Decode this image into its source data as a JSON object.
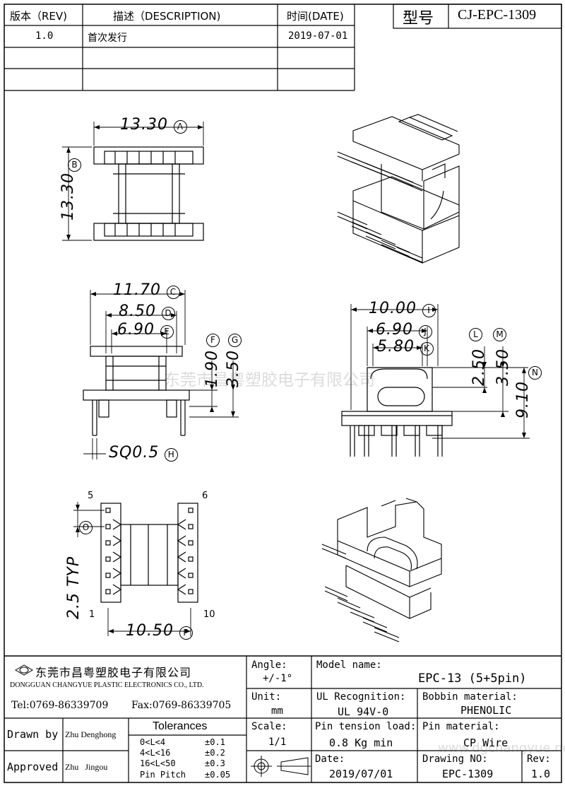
{
  "revision_table": {
    "headers": {
      "rev": "版本（REV)",
      "desc": "描述（DESCRIPTION)",
      "date": "时间(DATE)"
    },
    "rows": [
      {
        "rev": "1.0",
        "desc": "首次发行",
        "date": "2019-07-01"
      }
    ]
  },
  "model_box": {
    "label": "型号",
    "value": "CJ-EPC-1309"
  },
  "top_view": {
    "width": "13.30",
    "width_tag": "A",
    "height": "13.30",
    "height_tag": "B"
  },
  "front_view": {
    "d1": "11.70",
    "d1_tag": "C",
    "d2": "8.50",
    "d2_tag": "D",
    "d3": "6.90",
    "d3_tag": "E",
    "h1": "1.90",
    "h1_tag": "F",
    "h2": "3.50",
    "h2_tag": "G",
    "pin": "SQ0.5",
    "pin_tag": "H"
  },
  "side_view": {
    "d1": "10.00",
    "d1_tag": "I",
    "d2": "6.90",
    "d2_tag": "J",
    "d3": "5.80",
    "d3_tag": "K",
    "h1": "2.50",
    "h1_tag": "L",
    "h2": "3.50",
    "h2_tag": "M",
    "h3": "9.10",
    "h3_tag": "N"
  },
  "bottom_view": {
    "pin_5": "5",
    "pin_6": "6",
    "pin_1": "1",
    "pin_10": "10",
    "pitch": "2.5 TYP",
    "pitch_tag": "O",
    "span": "10.50",
    "span_tag": "P"
  },
  "watermark": {
    "center": "东莞市昌粤塑胶电子有限公司",
    "corner": "www.dgchangyue.net"
  },
  "title_block": {
    "company_cn": "东莞市昌粤塑胶电子有限公司",
    "company_en": "DONGGUAN CHANGYUE PLASTIC ELECTRONICS CO., LTD.",
    "tel": "Tel:0769-86339709",
    "fax": "Fax:0769-86339705",
    "angle_label": "Angle:",
    "angle_value": "+/-1°",
    "unit_label": "Unit:",
    "unit_value": "mm",
    "scale_label": "Scale:",
    "scale_value": "1/1",
    "model_label": "Model name:",
    "model_value": "EPC-13 (5+5pin)",
    "ul_label": "UL Recognition:",
    "ul_value": "UL 94V-0",
    "bobbin_label": "Bobbin material:",
    "bobbin_value": "PHENOLIC",
    "tension_label": "Pin tension load:",
    "tension_value": "0.8 Kg min",
    "pin_mat_label": "Pin material:",
    "pin_mat_value": "CP Wire",
    "date_label": "Date:",
    "date_value": "2019/07/01",
    "drawing_label": "Drawing NO:",
    "drawing_value": "EPC-1309",
    "rev_label": "Rev:",
    "rev_value": "1.0",
    "drawn_label": "Drawn by",
    "drawn_value": "Zhu Denghong",
    "approved_label": "Approved",
    "approved_value": "Zhu   Jingou",
    "tolerances_label": "Tolerances",
    "tol_rows": [
      {
        "range": "0<L<4",
        "value": "±0.1"
      },
      {
        "range": "4<L<16",
        "value": "±0.2"
      },
      {
        "range": "16<L<50",
        "value": "±0.3"
      },
      {
        "range": "Pin Pitch",
        "value": "±0.05"
      }
    ]
  }
}
